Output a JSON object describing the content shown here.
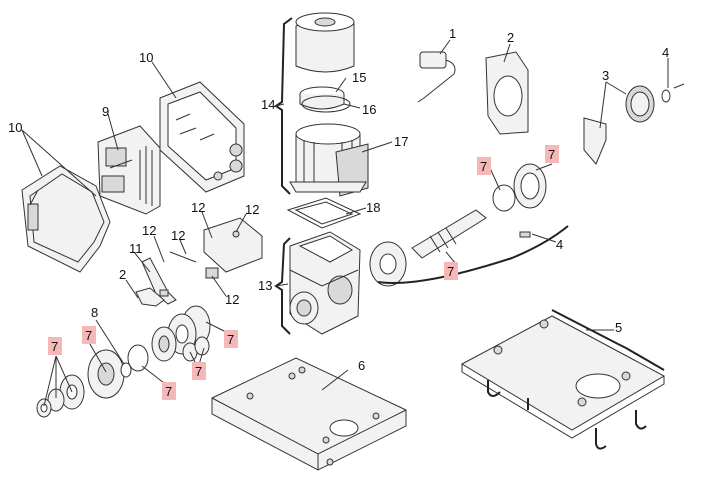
{
  "labels": {
    "l1": "1",
    "l2a": "2",
    "l2b": "2",
    "l3": "3",
    "l4a": "4",
    "l4b": "4",
    "l5": "5",
    "l6": "6",
    "l7a": "7",
    "l7b": "7",
    "l7c": "7",
    "l7d": "7",
    "l7e": "7",
    "l7f": "7",
    "l7g": "7",
    "l7h": "7",
    "l8": "8",
    "l9": "9",
    "l10a": "10",
    "l10b": "10",
    "l11": "11",
    "l12a": "12",
    "l12b": "12",
    "l12c": "12",
    "l12d": "12",
    "l12e": "12",
    "l13": "13",
    "l14": "14",
    "l15": "15",
    "l16": "16",
    "l17": "17",
    "l18": "18"
  },
  "colors": {
    "highlight": "#f4b8b8",
    "line": "#333333"
  }
}
